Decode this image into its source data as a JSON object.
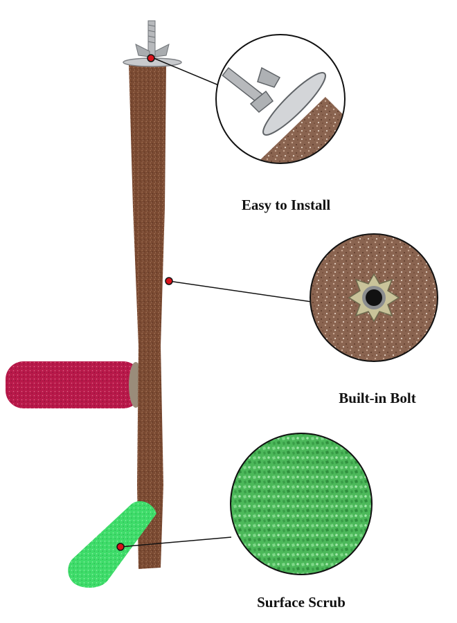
{
  "callouts": {
    "install": {
      "label": "Easy to Install"
    },
    "bolt": {
      "label": "Built-in Bolt"
    },
    "scrub": {
      "label": "Surface Scrub"
    }
  },
  "colors": {
    "main_perch": "#7a4a32",
    "main_perch_speckle": "#a8785a",
    "red_perch": "#b8194a",
    "green_perch": "#3fdc6a",
    "green_texture": "#4cb85a",
    "bolt_metal": "#b7b9bc",
    "marker": "#d8121b",
    "leader_line": "#111111"
  },
  "icons": [
    "wing-nut-icon",
    "bolt-hole-icon"
  ]
}
